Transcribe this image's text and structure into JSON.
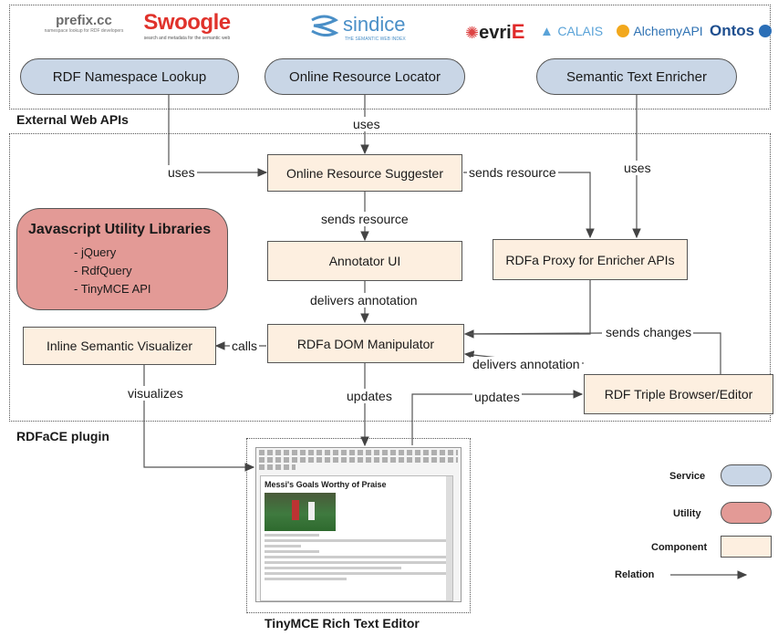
{
  "logos": {
    "prefixcc": "prefix.cc",
    "prefixcc_tagline": "namespace lookup for RDF developers",
    "swoogle": "Swoogle",
    "swoogle_tagline": "search and metadata for the semantic web",
    "sindice": "sindice",
    "sindice_tagline": "THE SEMANTIC WEB INDEX",
    "evri": "evri",
    "calais": "CALAIS",
    "alchemy": "AlchemyAPI",
    "ontos": "Ontos"
  },
  "regions": {
    "external": "External Web APIs",
    "plugin": "RDFaCE plugin"
  },
  "services": {
    "namespace_lookup": "RDF Namespace Lookup",
    "resource_locator": "Online Resource Locator",
    "text_enricher": "Semantic Text Enricher"
  },
  "components": {
    "suggester": "Online Resource Suggester",
    "annotator": "Annotator UI",
    "proxy": "RDFa Proxy for Enricher APIs",
    "visualizer": "Inline Semantic Visualizer",
    "dom_manipulator": "RDFa DOM Manipulator",
    "triple_browser": "RDF Triple Browser/Editor"
  },
  "utility": {
    "title": "Javascript Utility Libraries",
    "items": [
      "- jQuery",
      "- RdfQuery",
      "- TinyMCE API"
    ]
  },
  "edge_labels": {
    "uses_top": "uses",
    "uses_left": "uses",
    "uses_right": "uses",
    "sends_resource_1": "sends resource",
    "sends_resource_2": "sends resource",
    "delivers_annotation_1": "delivers annotation",
    "delivers_annotation_2": "delivers annotation",
    "calls": "calls",
    "sends_changes": "sends changes",
    "visualizes": "visualizes",
    "updates_1": "updates",
    "updates_2": "updates"
  },
  "editor": {
    "caption": "TinyMCE Rich Text Editor",
    "headline": "Messi's Goals Worthy of Praise"
  },
  "legend": {
    "service": "Service",
    "utility": "Utility",
    "component": "Component",
    "relation": "Relation"
  }
}
